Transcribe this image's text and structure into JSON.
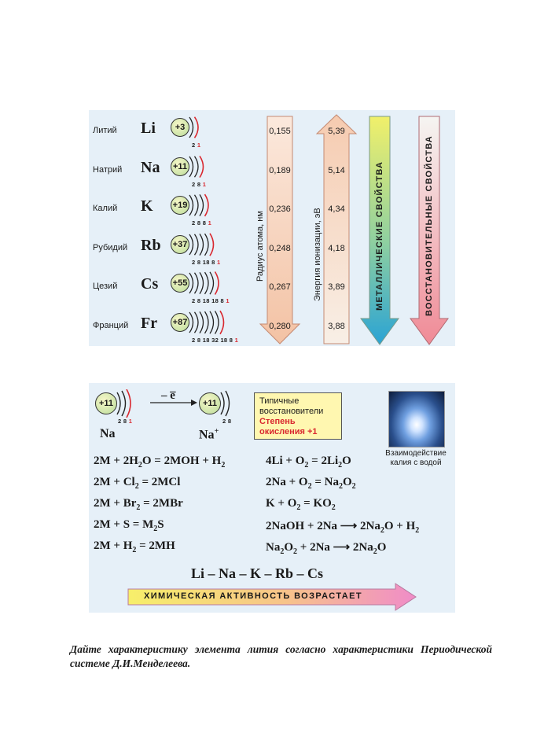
{
  "elements": [
    {
      "name": "Литий",
      "symbol": "Li",
      "charge": "+3",
      "shells": [
        "2",
        "1"
      ]
    },
    {
      "name": "Натрий",
      "symbol": "Na",
      "charge": "+11",
      "shells": [
        "2",
        "8",
        "1"
      ]
    },
    {
      "name": "Калий",
      "symbol": "K",
      "charge": "+19",
      "shells": [
        "2",
        "8",
        "8",
        "1"
      ]
    },
    {
      "name": "Рубидий",
      "symbol": "Rb",
      "charge": "+37",
      "shells": [
        "2",
        "8",
        "18",
        "8",
        "1"
      ]
    },
    {
      "name": "Цезий",
      "symbol": "Cs",
      "charge": "+55",
      "shells": [
        "2",
        "8",
        "18",
        "18",
        "8",
        "1"
      ]
    },
    {
      "name": "Франций",
      "symbol": "Fr",
      "charge": "+87",
      "shells": [
        "2",
        "8",
        "18",
        "32",
        "18",
        "8",
        "1"
      ]
    }
  ],
  "radius": {
    "label": "Радиус атома, нм",
    "values": [
      "0,155",
      "0,189",
      "0,236",
      "0,248",
      "0,267",
      "0,280"
    ]
  },
  "ionization": {
    "label": "Энергия ионизации, эВ",
    "values": [
      "5,39",
      "5,14",
      "4,34",
      "4,18",
      "3,89",
      "3,88"
    ]
  },
  "metallic_label": "МЕТАЛЛИЧЕСКИЕ  СВОЙСТВА",
  "reducing_label": "ВОССТАНОВИТЕЛЬНЫЕ  СВОЙСТВА",
  "ion": {
    "atom_charge": "+11",
    "atom_shells": [
      "2",
      "8",
      "1"
    ],
    "atom_symbol": "Na",
    "electron": "– e̅",
    "ion_charge": "+11",
    "ion_shells": [
      "2",
      "8"
    ],
    "ion_symbol": "Na",
    "ion_sign": "+"
  },
  "typical": {
    "line1": "Типичные",
    "line2": "восстановители",
    "line3": "Степень",
    "line4": "окисления +1"
  },
  "photo_caption": "Взаимодействие калия с водой",
  "equations_left": [
    "2M + 2H<sub>2</sub>O = 2MOH + H<sub>2</sub>",
    "2M + Cl<sub>2</sub> = 2MCl",
    "2M + Br<sub>2</sub> = 2MBr",
    "2M + S = M<sub>2</sub>S",
    "2M + H<sub>2</sub> = 2MH"
  ],
  "equations_right": [
    "4Li + O<sub>2</sub> = 2Li<sub>2</sub>O",
    "2Na + O<sub>2</sub> = Na<sub>2</sub>O<sub>2</sub>",
    "K + O<sub>2</sub> = KO<sub>2</sub>",
    "2NaOH + 2Na ⟶ 2Na<sub>2</sub>O + H<sub>2</sub>",
    "Na<sub>2</sub>O<sub>2</sub> + 2Na ⟶ 2Na<sub>2</sub>O"
  ],
  "series": "Li – Na – K – Rb – Cs",
  "activity": "ХИМИЧЕСКАЯ  АКТИВНОСТЬ  ВОЗРАСТАЕТ",
  "caption": "Дайте характеристику элемента лития согласно характеристики Периодической системе Д.И.Менделеева."
}
